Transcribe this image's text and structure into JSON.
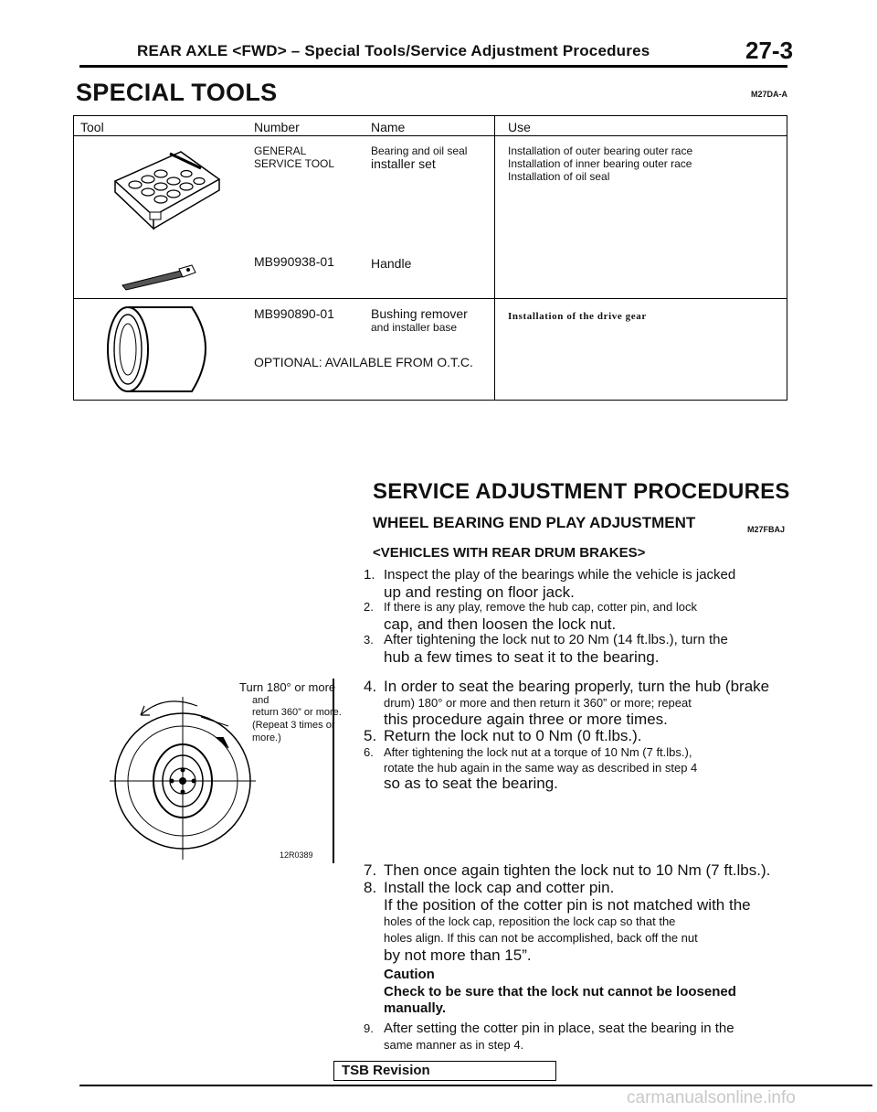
{
  "header": {
    "running_head": "REAR AXLE <FWD> – Special Tools/Service Adjustment Procedures",
    "page_number": "27-3"
  },
  "special_tools": {
    "title": "SPECIAL TOOLS",
    "code": "M27DA-A",
    "columns": [
      "Tool",
      "Number",
      "Name",
      "Use"
    ],
    "rows": [
      {
        "number_line1": "GENERAL",
        "number_line2": "SERVICE TOOL",
        "name_line1": "Bearing and oil seal",
        "name_line2": "installer set",
        "uses": [
          "Installation of outer bearing outer race",
          "Installation of inner bearing outer race",
          "Installation of oil seal"
        ]
      },
      {
        "number_line1": "MB990938-01",
        "name_line1": "Handle"
      },
      {
        "number_line1": "MB990890-01",
        "name_line1": "Bushing remover",
        "name_line2": "and installer base",
        "note": "OPTIONAL: AVAILABLE FROM O.T.C.",
        "uses": [
          "Installation of the drive gear"
        ]
      }
    ]
  },
  "service": {
    "title": "SERVICE ADJUSTMENT PROCEDURES",
    "subtitle": "WHEEL BEARING END PLAY ADJUSTMENT",
    "subtitle_code": "M27FBAJ",
    "condition": "<VEHICLES WITH REAR DRUM BRAKES>",
    "steps": [
      {
        "num": "1.",
        "a": "Inspect the play of the bearings while the vehicle is jacked",
        "b": "up and resting on floor jack."
      },
      {
        "num": "2.",
        "a": "If there is any play, remove the hub cap, cotter pin, and lock",
        "b": "cap, and then loosen the lock nut."
      },
      {
        "num": "3.",
        "a": "After tightening the lock nut to 20 Nm (14 ft.lbs.), turn the",
        "b": "hub a few times to seat it to the bearing."
      },
      {
        "num": "4.",
        "a": "In order to seat the bearing properly, turn the hub (brake",
        "b": "drum) 180° or more and then return it 360” or more; repeat",
        "c": "this procedure again three or more times."
      },
      {
        "num": "5.",
        "a": "Return the lock nut to 0 Nm (0 ft.lbs.)."
      },
      {
        "num": "6.",
        "a": "After tightening the lock nut at a torque of 10 Nm (7 ft.lbs.),",
        "b": "rotate the hub again in the same way as described in step 4",
        "c": "so as to seat the bearing."
      },
      {
        "num": "7.",
        "a": "Then once again tighten the lock nut to 10 Nm (7 ft.lbs.)."
      },
      {
        "num": "8.",
        "a": "Install the lock cap and cotter pin.",
        "b": "If the position of the cotter pin is not matched with the",
        "c": "holes of the lock cap, reposition the lock cap so that the",
        "d": "holes align. If this can not be accomplished, back off the nut",
        "e": "by not more than 15”."
      },
      {
        "num": "9.",
        "a": "After setting the cotter pin in place, seat the bearing in the",
        "b": "same manner as in step 4."
      }
    ],
    "caution_title": "Caution",
    "caution_text_a": "Check to be sure that the lock nut cannot be loosened",
    "caution_text_b": "manually."
  },
  "figure": {
    "line1": "Turn 180° or more",
    "line2": "and",
    "line3": "return 360” or more.",
    "line4": "(Repeat 3 times or",
    "line5": "more.)",
    "code": "12R0389"
  },
  "footer": {
    "tsb": "TSB Revision",
    "watermark": "carmanualsonline.info"
  }
}
